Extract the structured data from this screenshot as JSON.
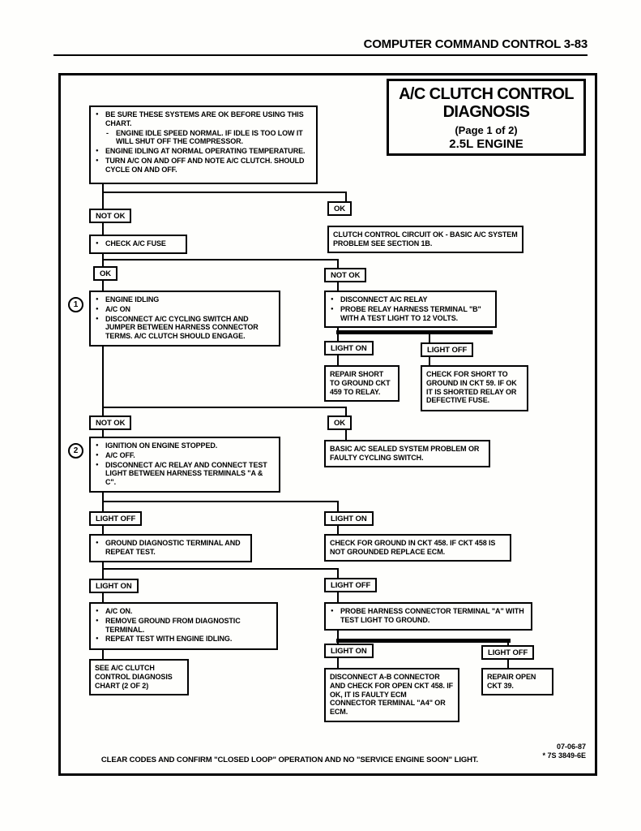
{
  "page": {
    "header": "COMPUTER COMMAND CONTROL 3-83",
    "footer_note": "CLEAR CODES AND CONFIRM \"CLOSED LOOP\" OPERATION AND NO \"SERVICE ENGINE SOON\" LIGHT.",
    "doc_date": "07-06-87",
    "doc_code": "* 7S 3849-6E"
  },
  "title": {
    "line1": "A/C CLUTCH CONTROL",
    "line2": "DIAGNOSIS",
    "page_note": "(Page 1 of 2)",
    "engine": "2.5L ENGINE"
  },
  "labels": {
    "ok": "OK",
    "not_ok": "NOT OK",
    "light_on": "LIGHT ON",
    "light_off": "LIGHT OFF"
  },
  "steps": {
    "one": "1",
    "two": "2"
  },
  "intro": {
    "items": [
      "BE SURE THESE SYSTEMS ARE OK BEFORE USING THIS CHART.",
      "ENGINE IDLE SPEED NORMAL. IF IDLE IS TOO LOW IT WILL SHUT OFF THE COMPRESSOR.",
      "ENGINE IDLING AT NORMAL OPERATING TEMPERATURE.",
      "TURN A/C ON AND OFF AND NOTE A/C CLUTCH. SHOULD CYCLE ON AND OFF."
    ]
  },
  "nodes": {
    "clutch_ok": "CLUTCH CONTROL CIRCUIT OK - BASIC A/C SYSTEM PROBLEM SEE SECTION 1B.",
    "check_fuse": "CHECK A/C FUSE",
    "step1_items": [
      "ENGINE IDLING",
      "A/C ON",
      "DISCONNECT A/C CYCLING SWITCH AND JUMPER BETWEEN HARNESS CONNECTOR TERMS. A/C CLUTCH SHOULD ENGAGE."
    ],
    "relay_probe_items": [
      "DISCONNECT A/C RELAY",
      "PROBE RELAY HARNESS TERMINAL \"B\" WITH A TEST LIGHT TO 12 VOLTS."
    ],
    "repair_short": "REPAIR SHORT TO GROUND CKT 459 TO RELAY.",
    "check_short": "CHECK FOR SHORT TO GROUND IN CKT 59. IF OK IT IS SHORTED RELAY OR DEFECTIVE FUSE.",
    "basic_sealed": "BASIC A/C SEALED SYSTEM PROBLEM OR FAULTY CYCLING SWITCH.",
    "step2_items": [
      "IGNITION ON ENGINE STOPPED.",
      "A/C OFF.",
      "DISCONNECT A/C RELAY AND CONNECT TEST LIGHT BETWEEN HARNESS TERMINALS \"A & C\"."
    ],
    "ground_diag": "GROUND DIAGNOSTIC TERMINAL AND REPEAT TEST.",
    "check_ground": "CHECK FOR GROUND IN CKT 458. IF CKT 458 IS NOT GROUNDED REPLACE ECM.",
    "ac_on_items": [
      "A/C ON.",
      "REMOVE GROUND FROM DIAGNOSTIC TERMINAL.",
      "REPEAT TEST WITH ENGINE IDLING."
    ],
    "see_chart": "SEE A/C CLUTCH CONTROL DIAGNOSIS CHART (2 OF 2)",
    "probe_harness": "PROBE HARNESS CONNECTOR TERMINAL \"A\" WITH TEST LIGHT TO GROUND.",
    "disconnect_ab": "DISCONNECT A-B CONNECTOR AND CHECK FOR OPEN CKT 458. IF OK, IT IS FAULTY ECM CONNECTOR TERMINAL \"A4\" OR ECM.",
    "repair_open": "REPAIR OPEN CKT 39."
  }
}
